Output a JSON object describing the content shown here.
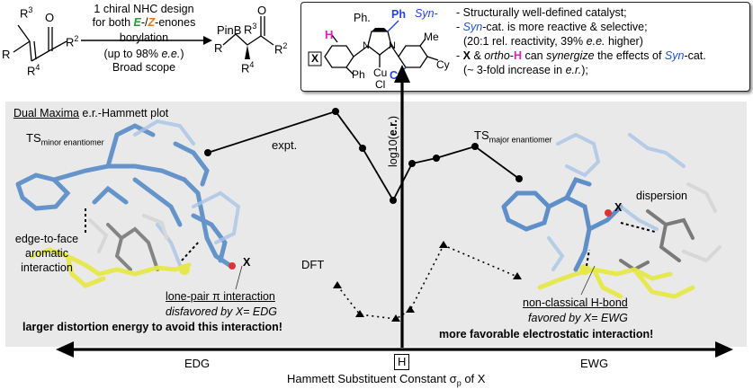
{
  "reaction": {
    "r3": "R",
    "r3_sup": "3",
    "r2": "R",
    "r2_sup": "2",
    "r_left": "R",
    "r4": "R",
    "r4_sup": "4",
    "o_left": "O",
    "line1": "1 chiral NHC design",
    "line2_pre": "for both ",
    "line2_e": "E",
    "line2_sep": "-/",
    "line2_z": "Z",
    "line2_post": "-enones",
    "line3": "borylation",
    "line4_pre": "(up to 98% ",
    "line4_ee": "e.e.",
    "line4_post": ")",
    "line5": "Broad scope",
    "product_pinb": "PinB",
    "product_r3": "R",
    "product_r3_sup": "3",
    "product_o": "O",
    "product_r": "R",
    "product_r2": "R",
    "product_r2_sup": "2",
    "product_r4": "R",
    "product_r4_sup": "4"
  },
  "catalyst": {
    "ph_left": "Ph.",
    "ph_blue": "Ph",
    "syn_label": "Syn-",
    "h_label": "H",
    "x_label": "X",
    "n_left": "N",
    "n_right": "N",
    "me_label": "Me",
    "cu_label": "Cu",
    "cl_label": "Cl",
    "ph_bottom": "Ph",
    "cy_blue": "Cy",
    "cy_right": "Cy"
  },
  "notes": {
    "n1": "- Structurally well-defined catalyst;",
    "n2_pre": "- ",
    "n2_syn": "Syn",
    "n2_post": "-cat. is more reactive & selective;",
    "n3_pre": "(20:1 rel. reactivity, 39% ",
    "n3_ee": "e.e.",
    "n3_post": " higher)",
    "n4_pre": "- ",
    "n4_x": "X",
    "n4_mid": " & ",
    "n4_ortho": "ortho",
    "n4_dash": "-",
    "n4_h": "H",
    "n4_can": " can ",
    "n4_syn1": "synergize",
    "n4_mid2": " the effects of ",
    "n4_syn2": "Syn",
    "n4_post": "-cat.",
    "n5_pre": "(~ 3-fold increase in ",
    "n5_er": "e.r.",
    "n5_post": ");"
  },
  "plot": {
    "title_u": "Dual Maxima",
    "title_rest": " e.r.-Hammett plot",
    "y_axis_pre": "log10(",
    "y_axis_bold": "e.r.",
    "y_axis_post": ")",
    "expt_label": "expt.",
    "dft_label": "DFT",
    "ts_minor_main": "TS",
    "ts_minor_sub": "minor enantiomer",
    "ts_major_main": "TS",
    "ts_major_sub": "major enantiomer",
    "edge_face_1": "edge-to-face",
    "edge_face_2": "aromatic",
    "edge_face_3": "interaction",
    "x_left_mol": "X",
    "x_right_mol": "X",
    "dispersion": "dispersion",
    "lonepair_u": "lone-pair π interaction",
    "lonepair_sub": "disfavored by X= EDG",
    "nonclassical_u": "non-classical H-bond",
    "nonclassical_sub": "favored by X= EWG",
    "left_bold": "larger distortion energy to avoid this interaction!",
    "right_bold": "more favorable electrostatic interaction!",
    "edg": "EDG",
    "h_box": "H",
    "ewg": "EWG",
    "x_axis_pre": "Hammett Substituent Constant ",
    "x_axis_sigma": "σ",
    "x_axis_p": "p",
    "x_axis_post": " of X"
  },
  "colors": {
    "blue": "#1f4fd8",
    "red": "#e23b1e",
    "green": "#2a9a3a",
    "magenta": "#e01fb8",
    "panel": "#e9e9e9"
  }
}
